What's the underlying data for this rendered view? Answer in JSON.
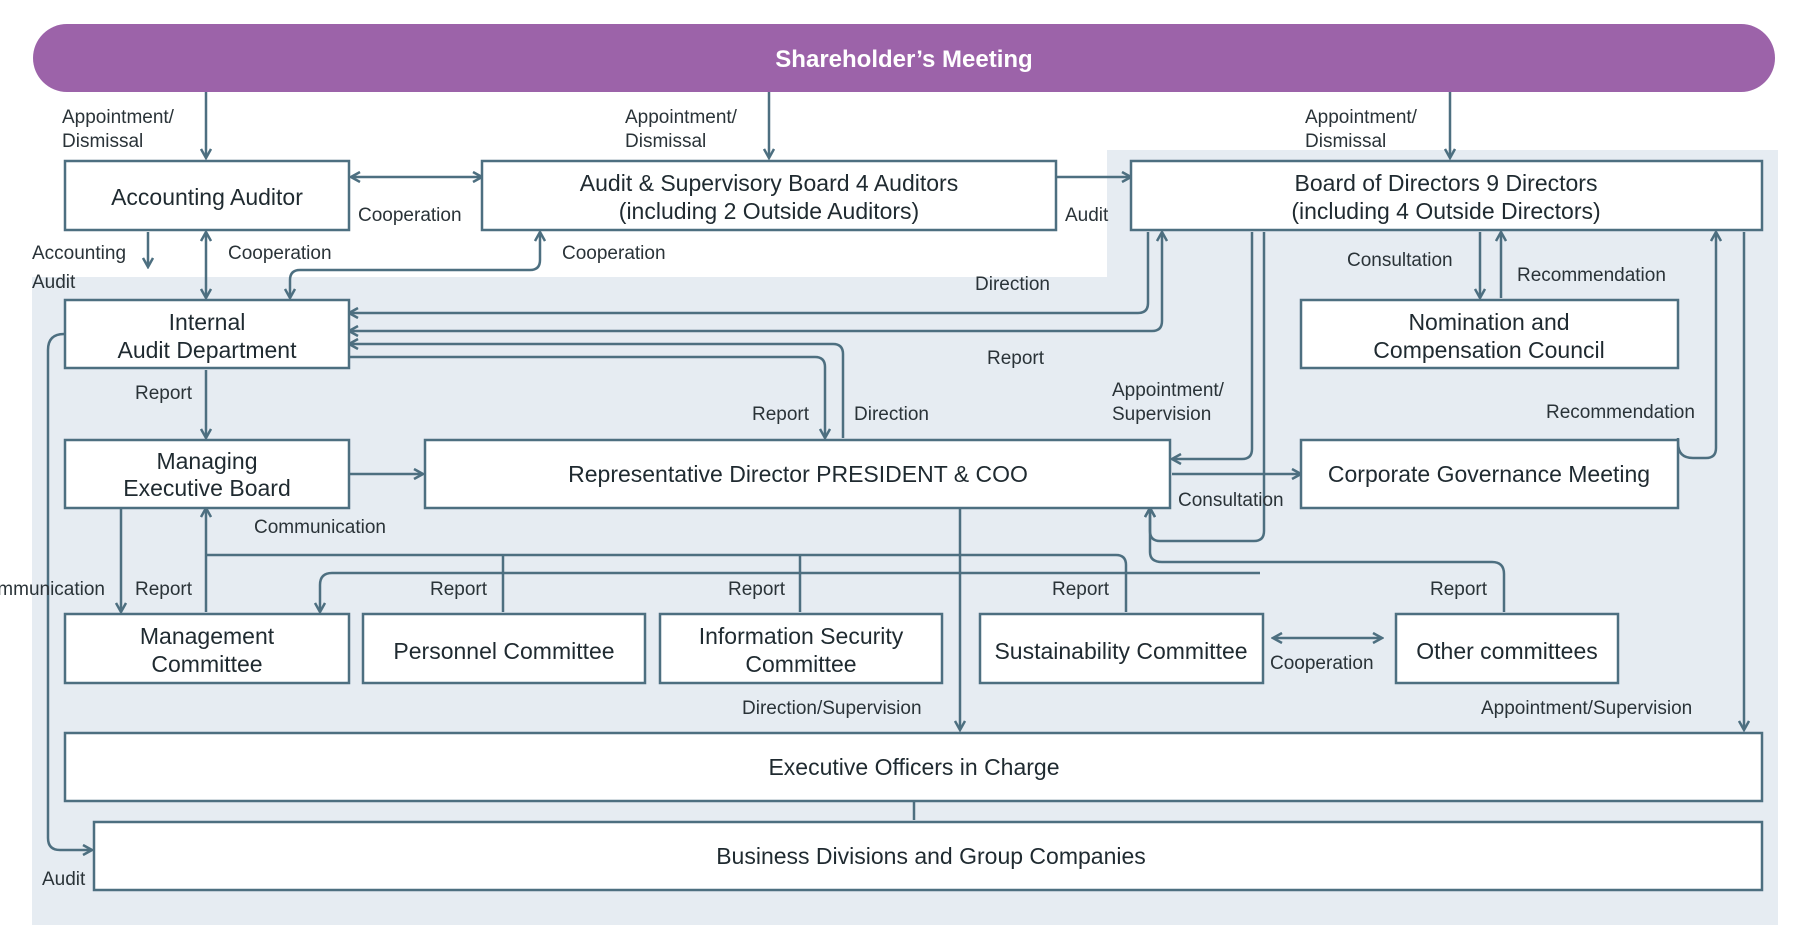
{
  "colors": {
    "banner": "#9c63a9",
    "panel": "#e6ecf2",
    "stroke": "#4d6f80"
  },
  "nodes": {
    "shareholders": "Shareholder’s Meeting",
    "accounting_auditor": "Accounting Auditor",
    "audit_board": [
      "Audit & Supervisory Board 4 Auditors",
      "(including 2 Outside Auditors)"
    ],
    "board_directors": [
      "Board of Directors 9 Directors",
      "(including 4 Outside Directors)"
    ],
    "internal_audit": [
      "Internal",
      "Audit Department"
    ],
    "nomination_council": [
      "Nomination and",
      "Compensation Council"
    ],
    "managing_board": [
      "Managing",
      "Executive Board"
    ],
    "president": "Representative Director PRESIDENT & COO",
    "governance_meeting": "Corporate Governance Meeting",
    "management_committee": [
      "Management",
      "Committee"
    ],
    "personnel_committee": "Personnel Committee",
    "infosec_committee": [
      "Information Security",
      "Committee"
    ],
    "sustainability_committee": "Sustainability Committee",
    "other_committees": "Other committees",
    "executive_officers": "Executive Officers in Charge",
    "business_divisions": "Business Divisions and Group Companies"
  },
  "labels": {
    "appointment_dismissal_1": [
      "Appointment/",
      "Dismissal"
    ],
    "appointment_dismissal_2": [
      "Appointment/",
      "Dismissal"
    ],
    "appointment_dismissal_3": [
      "Appointment/",
      "Dismissal"
    ],
    "cooperation_top": "Cooperation",
    "audit_top": "Audit",
    "accounting_audit": [
      "Accounting",
      "Audit"
    ],
    "cooperation_left": "Cooperation",
    "cooperation_mid": "Cooperation",
    "direction_upper": "Direction",
    "consultation_upper": "Consultation",
    "recommendation_upper": "Recommendation",
    "report_upper": "Report",
    "report_internal": "Report",
    "appointment_supervision_mid": [
      "Appointment/",
      "Supervision"
    ],
    "report_mid": "Report",
    "direction_mid": "Direction",
    "recommendation_mid": "Recommendation",
    "consultation_mid": "Consultation",
    "communication_top": "Communication",
    "communication_left": "Communication",
    "report_mgmt": "Report",
    "report_personnel": "Report",
    "report_infosec": "Report",
    "report_sustain": "Report",
    "report_other": "Report",
    "cooperation_committees": "Cooperation",
    "direction_supervision": "Direction/Supervision",
    "appointment_supervision_right": "Appointment/Supervision",
    "audit_bottom": "Audit"
  }
}
